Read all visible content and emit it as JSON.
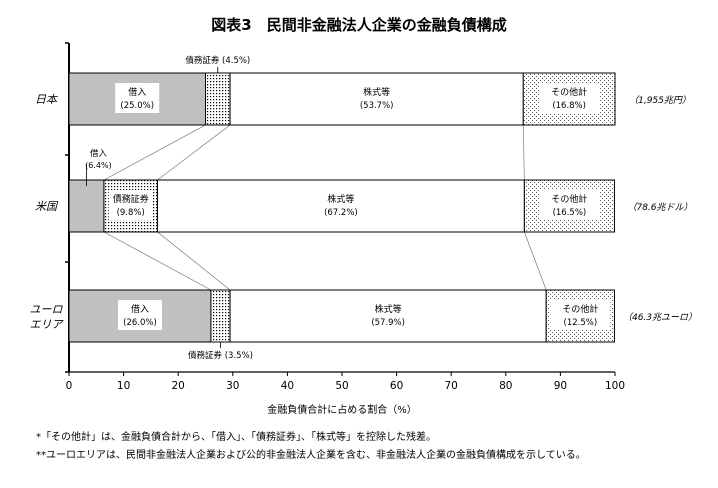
{
  "chart_data": {
    "type": "bar",
    "orientation": "horizontal",
    "stacked": true,
    "title": "図表3　民間非金融法人企業の金融負債構成",
    "xlabel": "金融負債合計に占める割合（%）",
    "xlim": [
      0,
      100
    ],
    "xticks": [
      "0",
      "10",
      "20",
      "30",
      "40",
      "50",
      "60",
      "70",
      "80",
      "90",
      "100"
    ],
    "categories": [
      {
        "label": "日本",
        "total": "（1,955兆円）"
      },
      {
        "label": "米国",
        "total": "（78.6兆ドル）"
      },
      {
        "label": "ユーロ\nエリア",
        "total": "（46.3兆ユーロ）"
      }
    ],
    "series": [
      {
        "name": "借入",
        "color": "#c0c0c0",
        "pattern": "solid-gray",
        "values": [
          25.0,
          6.4,
          26.0
        ],
        "value_labels": [
          "(25.0%)",
          "(6.4%)",
          "(26.0%)"
        ]
      },
      {
        "name": "債務証券",
        "color": "#ffffff",
        "pattern": "dots",
        "values": [
          4.5,
          9.8,
          3.5
        ],
        "value_labels": [
          "(4.5%)",
          "(9.8%)",
          "(3.5%)"
        ]
      },
      {
        "name": "株式等",
        "color": "#ffffff",
        "pattern": "none",
        "values": [
          53.7,
          67.2,
          57.9
        ],
        "value_labels": [
          "(53.7%)",
          "(67.2%)",
          "(57.9%)"
        ]
      },
      {
        "name": "その他計",
        "color": "#ffffff",
        "pattern": "fine-dots",
        "values": [
          16.8,
          16.5,
          12.5
        ],
        "value_labels": [
          "(16.8%)",
          "(16.5%)",
          "(12.5%)"
        ]
      }
    ],
    "grid": false,
    "legend": "none"
  },
  "notes": [
    "*「その他計」は、金融負債合計から、「借入」、「債務証券」、「株式等」を控除した残差。",
    "**ユーロエリアは、民間非金融法人企業および公的非金融法人企業を含む、非金融法人企業の金融負債構成を示している。"
  ]
}
